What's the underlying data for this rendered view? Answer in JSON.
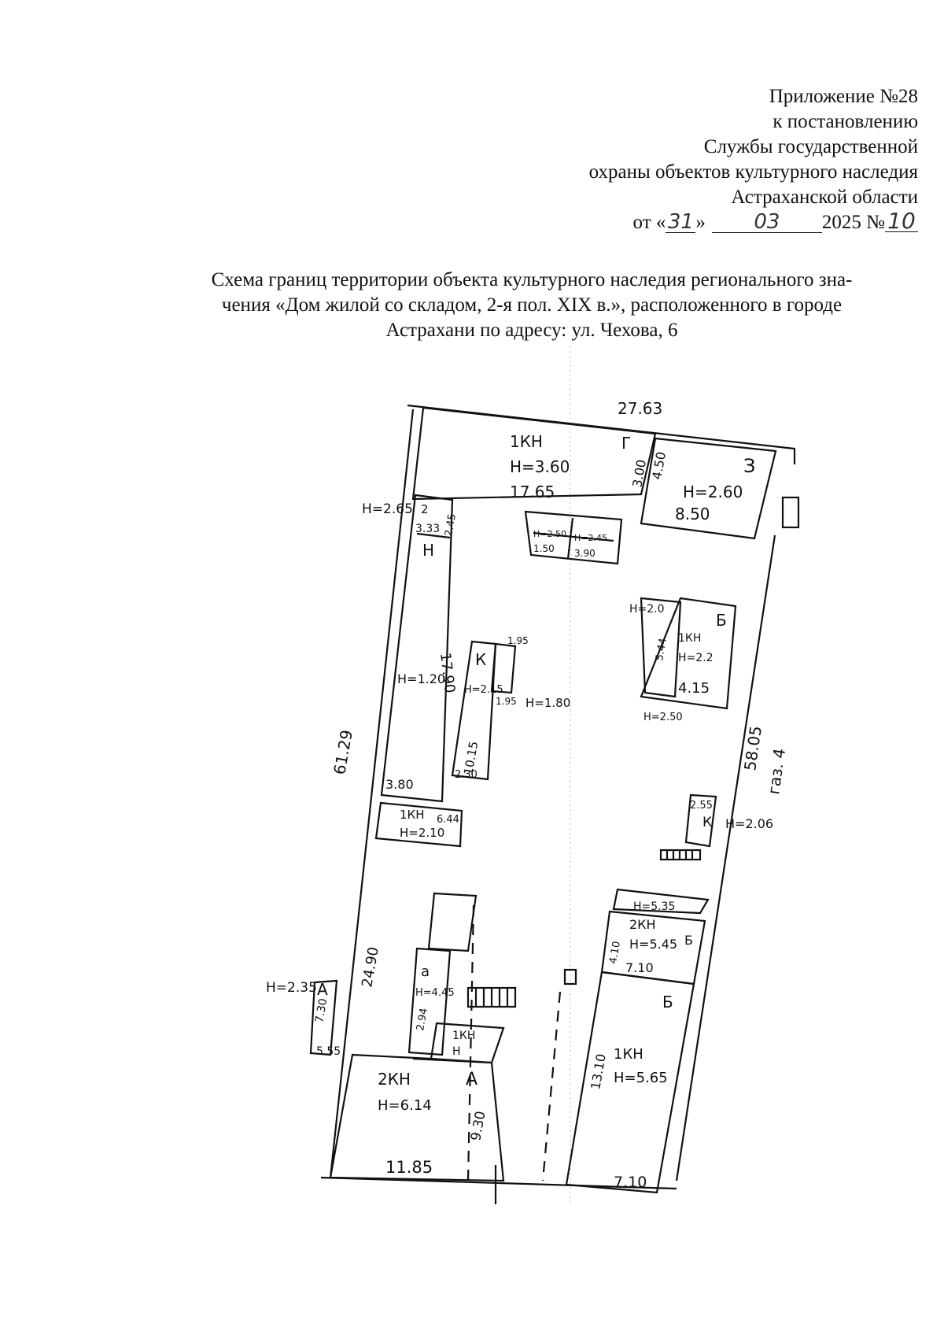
{
  "header": {
    "line1": "Приложение №28",
    "line2": "к постановлению",
    "line3": "Службы государственной",
    "line4": "охраны объектов культурного наследия",
    "line5": "Астраханской области",
    "date_prefix": "от «",
    "date_day": "31",
    "date_sep": "»",
    "date_month": "03",
    "date_year": "2025 №",
    "doc_number": "10"
  },
  "title": {
    "line1": "Схема границ территории объекта культурного наследия регионального зна-",
    "line2": "чения «Дом жилой со складом, 2-я пол. XIX в.», расположенного в городе",
    "line3": "Астрахани по адресу: ул. Чехова, 6"
  },
  "plan_labels": {
    "top_dim": "27.63",
    "g_room": "1КН",
    "g_height": "Н=3.60",
    "g_width": "17.65",
    "g_letter": "Г",
    "g_dim1": "3.00",
    "g_dim2": "4.50",
    "z_letter": "З",
    "z_height": "Н=2.60",
    "z_width": "8.50",
    "h_left": "Н=2.65",
    "s_letter": "2",
    "s_dim": "3.33",
    "s_dim2": "2.45",
    "n_dim1": "1.50",
    "n_dim2": "3.90",
    "n_h1": "Н=2.50",
    "n_h2": "Н=2.45",
    "left_wing": "Н",
    "left_len": "17.90",
    "left_h": "Н=1.20",
    "left_w": "3.80",
    "left_total": "61.29",
    "k_letter": "К",
    "k_h": "Н=2.15",
    "k_len": "10.15",
    "k_w": "2.30",
    "k_small1": "1.95",
    "k_small2": "1.95",
    "k_h2": "Н=1.80",
    "b_letter": "Б",
    "b_h": "Н=2.0",
    "b_h2": "Н=2.2",
    "b_room": "1КН",
    "b_w": "4.15",
    "b_h3": "Н=2.50",
    "b_dim": "5.44",
    "right_total": "58.05",
    "right_note": "газ. 4",
    "mid_room": "1КН",
    "mid_dim": "6.44",
    "mid_h": "Н=2.10",
    "k2_letter": "К",
    "k2_dim": "2.55",
    "k2_h": "Н=2.06",
    "b1_h": "Н=5.35",
    "b1_room": "2КН",
    "b1_h2": "Н=5.45",
    "b1_letter": "Б",
    "b1_w": "7.10",
    "b1_dim": "4.10",
    "a1_letter": "А",
    "a1_h": "Н=2.35",
    "left_dim2": "24.90",
    "a_letter": "а",
    "a_h": "Н=4.45",
    "a_dim": "2.94",
    "a_room": "1КН",
    "a_h2": "Н",
    "a_letter2": "А",
    "a2_room": "2КН",
    "a2_h": "Н=6.14",
    "a2_dim": "9.30",
    "bottom_left": "11.85",
    "bb_room": "1КН",
    "bb_h": "Н=5.65",
    "bb_letter": "Б",
    "bb_dim": "13.10",
    "bottom_right": "7.10",
    "far_left1": "7.30",
    "far_left2": "5.55"
  }
}
